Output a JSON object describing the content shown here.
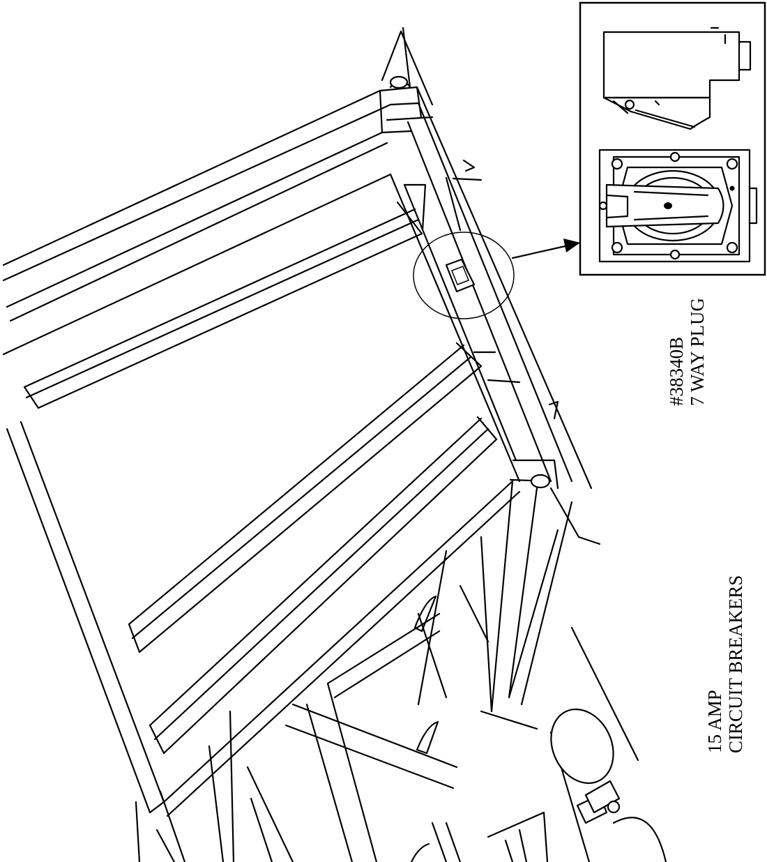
{
  "labels": {
    "plug_part_number": "#38340B",
    "plug_name": "7 WAY PLUG",
    "breaker_rating": "15 AMP",
    "breaker_name": "CIRCUIT BREAKERS"
  }
}
